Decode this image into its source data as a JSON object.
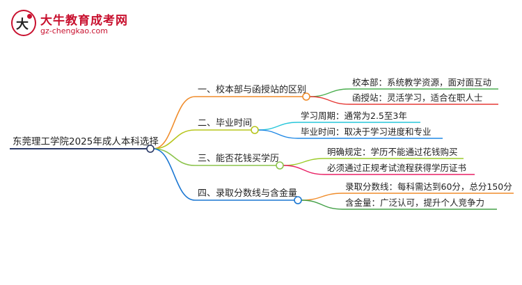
{
  "logo": {
    "title": "大牛教育成考网",
    "url": "gz-chengkao.com"
  },
  "root": "东莞理工学院2025年成人本科选择",
  "branches": [
    {
      "label": "一、校本部与函授站的区别",
      "color": "#f08c2a",
      "children": [
        {
          "label": "校本部：系统教学资源，面对面互动",
          "color": "#4caf50"
        },
        {
          "label": "函授站：灵活学习，适合在职人士",
          "color": "#e53935"
        }
      ]
    },
    {
      "label": "二、毕业时间",
      "color": "#b7c51c",
      "children": [
        {
          "label": "学习周期：通常为2.5至3年",
          "color": "#26c6da"
        },
        {
          "label": "毕业时间：取决于学习进度和专业",
          "color": "#1e88e5"
        }
      ]
    },
    {
      "label": "三、能否花钱买学历",
      "color": "#8bc34a",
      "children": [
        {
          "label": "明确规定：学历不能通过花钱购买",
          "color": "#9ccc2a"
        },
        {
          "label": "必须通过正规考试流程获得学历证书",
          "color": "#e91e63"
        }
      ]
    },
    {
      "label": "四、录取分数线与含金量",
      "color": "#1976d2",
      "children": [
        {
          "label": "录取分数线：每科需达到60分，总分150分",
          "color": "#f08c2a"
        },
        {
          "label": "含金量：广泛认可，提升个人竞争力",
          "color": "#43a047"
        }
      ]
    }
  ],
  "colors": {
    "root_line": "#2b3a67",
    "brand": "#c8102e"
  }
}
